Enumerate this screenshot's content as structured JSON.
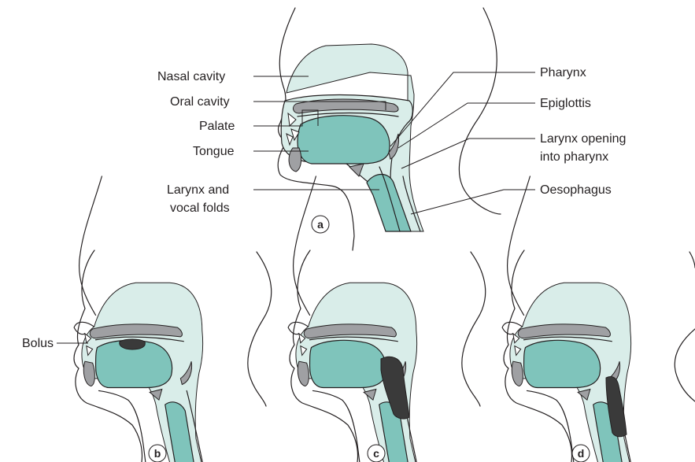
{
  "colors": {
    "light_tissue": "#d9ede9",
    "teal": "#7fc4bb",
    "grey": "#9fa0a3",
    "bolus": "#3a3a3a",
    "outline": "#231f20"
  },
  "labels": {
    "nasal_cavity": "Nasal cavity",
    "oral_cavity": "Oral cavity",
    "palate": "Palate",
    "tongue": "Tongue",
    "larynx_vocal_1": "Larynx and",
    "larynx_vocal_2": "vocal folds",
    "pharynx": "Pharynx",
    "epiglottis": "Epiglottis",
    "larynx_opening_1": "Larynx opening",
    "larynx_opening_2": "into pharynx",
    "oesophagus": "Oesophagus",
    "bolus": "Bolus"
  },
  "panels": {
    "a": "a",
    "b": "b",
    "c": "c",
    "d": "d"
  }
}
